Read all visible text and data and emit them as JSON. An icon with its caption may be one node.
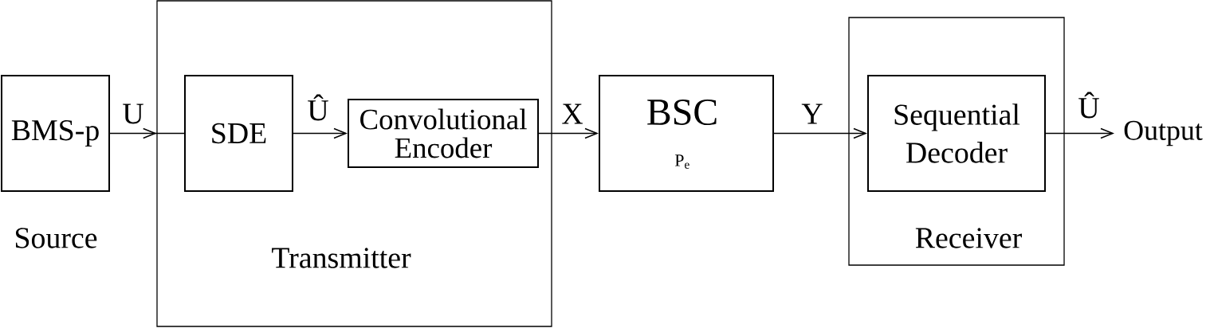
{
  "diagram": {
    "nodes": [
      {
        "text": [
          "BMS-p"
        ],
        "beside": [
          "Source"
        ]
      },
      {
        "text": [
          "Transmitter"
        ]
      },
      {
        "text": [
          "SDE"
        ],
        "in": 1
      },
      {
        "text": [
          "Convolutional Encoder"
        ],
        "in": 1
      },
      {
        "text": [
          "BSC",
          "P$_{e}$"
        ]
      },
      {
        "text": [
          "Receiver"
        ]
      },
      {
        "text": [
          "Sequential Decoder"
        ],
        "in": 5
      },
      {
        "text": [
          "Output"
        ]
      }
    ],
    "edges": [
      {
        "from": 0,
        "to": 2,
        "arrow": "to",
        "label": "U"
      },
      {
        "from": 2,
        "to": 3,
        "arrow": "to",
        "label": "Û"
      },
      {
        "from": 3,
        "to": 4,
        "arrow": "to",
        "label": "X"
      },
      {
        "from": 4,
        "to": 6,
        "arrow": "to",
        "label": "Y"
      },
      {
        "from": 6,
        "to": 7,
        "arrow": "to",
        "label": "Û"
      }
    ]
  }
}
